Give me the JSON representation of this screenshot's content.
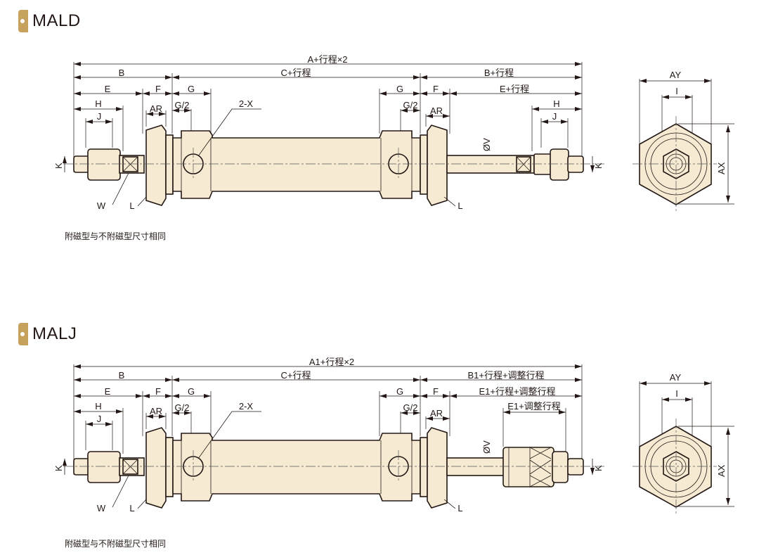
{
  "sections": [
    {
      "title": "MALD",
      "note": "附磁型与不附磁型尺寸相同",
      "labels": {
        "A": "A+行程×2",
        "B": "B",
        "C": "C+行程",
        "B_right": "B+行程",
        "E": "E",
        "F": "F",
        "G": "G",
        "G_right": "G",
        "F_right": "F",
        "E_right": "E+行程",
        "H": "H",
        "G2": "G/2",
        "AR": "AR",
        "J": "J",
        "X": "2-X",
        "G2_right": "G/2",
        "AR_right": "AR",
        "H_right": "H",
        "J_right": "J",
        "V": "ØV",
        "K": "K",
        "K_right": "K",
        "W": "W",
        "L": "L",
        "L_right": "L",
        "AY": "AY",
        "I": "I",
        "AX": "AX"
      }
    },
    {
      "title": "MALJ",
      "note": "附磁型与不附磁型尺寸相同",
      "labels": {
        "A": "A1+行程×2",
        "B": "B",
        "C": "C+行程",
        "B_right": "B1+行程+调整行程",
        "E": "E",
        "F": "F",
        "G": "G",
        "G_right": "G",
        "F_right": "F",
        "E_right": "E1+行程+调整行程",
        "H": "H",
        "G2": "G/2",
        "AR": "AR",
        "J": "J",
        "X": "2-X",
        "G2_right": "G/2",
        "AR_right": "AR",
        "E1_adj": "E1+调整行程",
        "V": "ØV",
        "K": "K",
        "K_right": "K",
        "W": "W",
        "L": "L",
        "L_right": "L",
        "AY": "AY",
        "I": "I",
        "AX": "AX"
      }
    }
  ],
  "colors": {
    "accent": "#c6a25c",
    "part_fill": "#f6ebd2",
    "line": "#231815"
  }
}
